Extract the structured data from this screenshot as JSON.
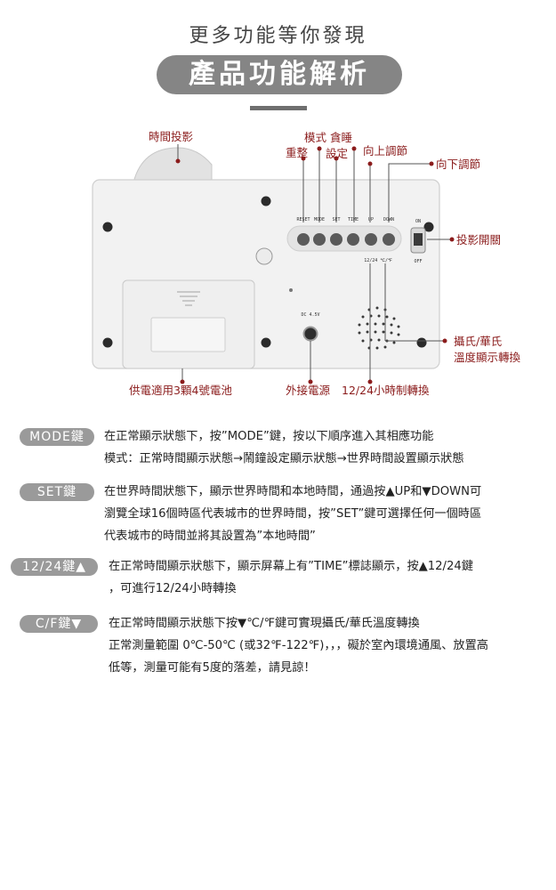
{
  "header": {
    "subtitle": "更多功能等你發現",
    "title": "產品功能解析"
  },
  "callouts": {
    "projection": "時間投影",
    "mode_snooze": "模式  貪睡",
    "reset": "重整",
    "set": "設定",
    "up": "向上調節",
    "down": "向下調節",
    "proj_switch": "投影開關",
    "temp_line1": "攝氏/華氏",
    "temp_line2": "溫度顯示轉換",
    "battery": "供電適用3顆4號電池",
    "power": "外接電源",
    "format": "12/24小時制轉換"
  },
  "device_labels": {
    "buttons": [
      "RESET",
      "MODE",
      "SET",
      "TIME",
      "UP",
      "DOWN"
    ],
    "switch_on": "ON",
    "switch_off": "OFF",
    "sub_labels": "12/24  ℃/℉",
    "dc": "DC 4.5V"
  },
  "features": [
    {
      "key": "MODE鍵",
      "lines": [
        "在正常顯示狀態下，按”MODE”鍵，按以下順序進入其相應功能",
        "模式：正常時間顯示狀態→鬧鐘設定顯示狀態→世界時間設置顯示狀態"
      ]
    },
    {
      "key": "SET鍵",
      "lines": [
        "在世界時間狀態下，顯示世界時間和本地時間，通過按▲UP和▼DOWN可",
        "瀏覽全球16個時區代表城市的世界時間，按”SET”鍵可選擇任何一個時區",
        "代表城市的時間並將其設置為”本地時間”"
      ]
    },
    {
      "key": "12/24鍵▲",
      "lines": [
        "在正常時間顯示狀態下，顯示屏幕上有”TIME”標誌顯示，按▲12/24鍵",
        "，可進行12/24小時轉換"
      ]
    },
    {
      "key": "C/F鍵▼",
      "lines": [
        "在正常時間顯示狀態下按▼℃/℉鍵可實現攝氏/華氏溫度轉換",
        "正常測量範圍 0℃-50℃ (或32℉-122℉)，，，礙於室內環境通風、放置高",
        "低等，測量可能有5度的落差，請見諒！"
      ]
    }
  ]
}
